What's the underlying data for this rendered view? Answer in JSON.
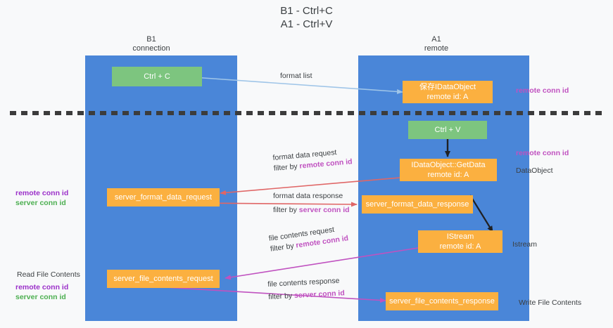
{
  "title": "B1 - Ctrl+C\nA1 - Ctrl+V",
  "columns": [
    {
      "name": "b1",
      "label": "B1\nconnection"
    },
    {
      "name": "a1",
      "label": "A1\nremote"
    }
  ],
  "colors": {
    "lane": "#4a86d8",
    "node_green": "#7dc57f",
    "node_orange": "#fbb040",
    "accent_remote_purple": "#9b30c9",
    "accent_server_green": "#4caf50",
    "accent_highlight_pink": "#c052c0",
    "arrow_format_list": "#9fc5e8",
    "arrow_format_data": "#e06666",
    "arrow_file_contents": "#c052c0",
    "arrow_black": "#202124",
    "divider": "#3c3c3c",
    "background": "#f8f9fa",
    "text": "#3c4043"
  },
  "nodes": [
    {
      "name": "ctrl-c",
      "label": "Ctrl + C"
    },
    {
      "name": "save-idataobject",
      "label": "保存IDataObject\nremote id: A"
    },
    {
      "name": "ctrl-v",
      "label": "Ctrl + V"
    },
    {
      "name": "idataobject-getdata",
      "label": "IDataObject::GetData\nremote id: A"
    },
    {
      "name": "server-format-data-request",
      "label": "server_format_data_request"
    },
    {
      "name": "server-format-data-response",
      "label": "server_format_data_response"
    },
    {
      "name": "istream",
      "label": "IStream\nremote id: A"
    },
    {
      "name": "server-file-contents-request",
      "label": "server_file_contents_request"
    },
    {
      "name": "server-file-contents-response",
      "label": "server_file_contents_response"
    }
  ],
  "edge_labels": {
    "format_list": "format list",
    "format_data_request": "format data request",
    "format_data_request_filter_prefix": "filter by ",
    "format_data_request_filter_value": "remote conn id",
    "format_data_response": "format data response",
    "format_data_response_filter_prefix": "filter by ",
    "format_data_response_filter_value": "server conn id",
    "file_contents_request": "file contents request",
    "file_contents_request_filter_prefix": "filter by ",
    "file_contents_request_filter_value": "remote conn id",
    "file_contents_response": "file contents response",
    "file_contents_response_filter_prefix": "filter by ",
    "file_contents_response_filter_value": "server conn id"
  },
  "side_notes": {
    "right_remote_conn_id_top": "remote conn id",
    "right_remote_conn_id_mid": "remote conn id",
    "right_dataobject": "DataObject",
    "right_istream": "Istream",
    "right_write_file_contents": "Write File Contents",
    "left_remote_conn_id": "remote conn id",
    "left_server_conn_id": "server conn id",
    "left_read_file_contents": "Read File Contents",
    "left_remote_conn_id_2": "remote conn id",
    "left_server_conn_id_2": "server conn id"
  }
}
